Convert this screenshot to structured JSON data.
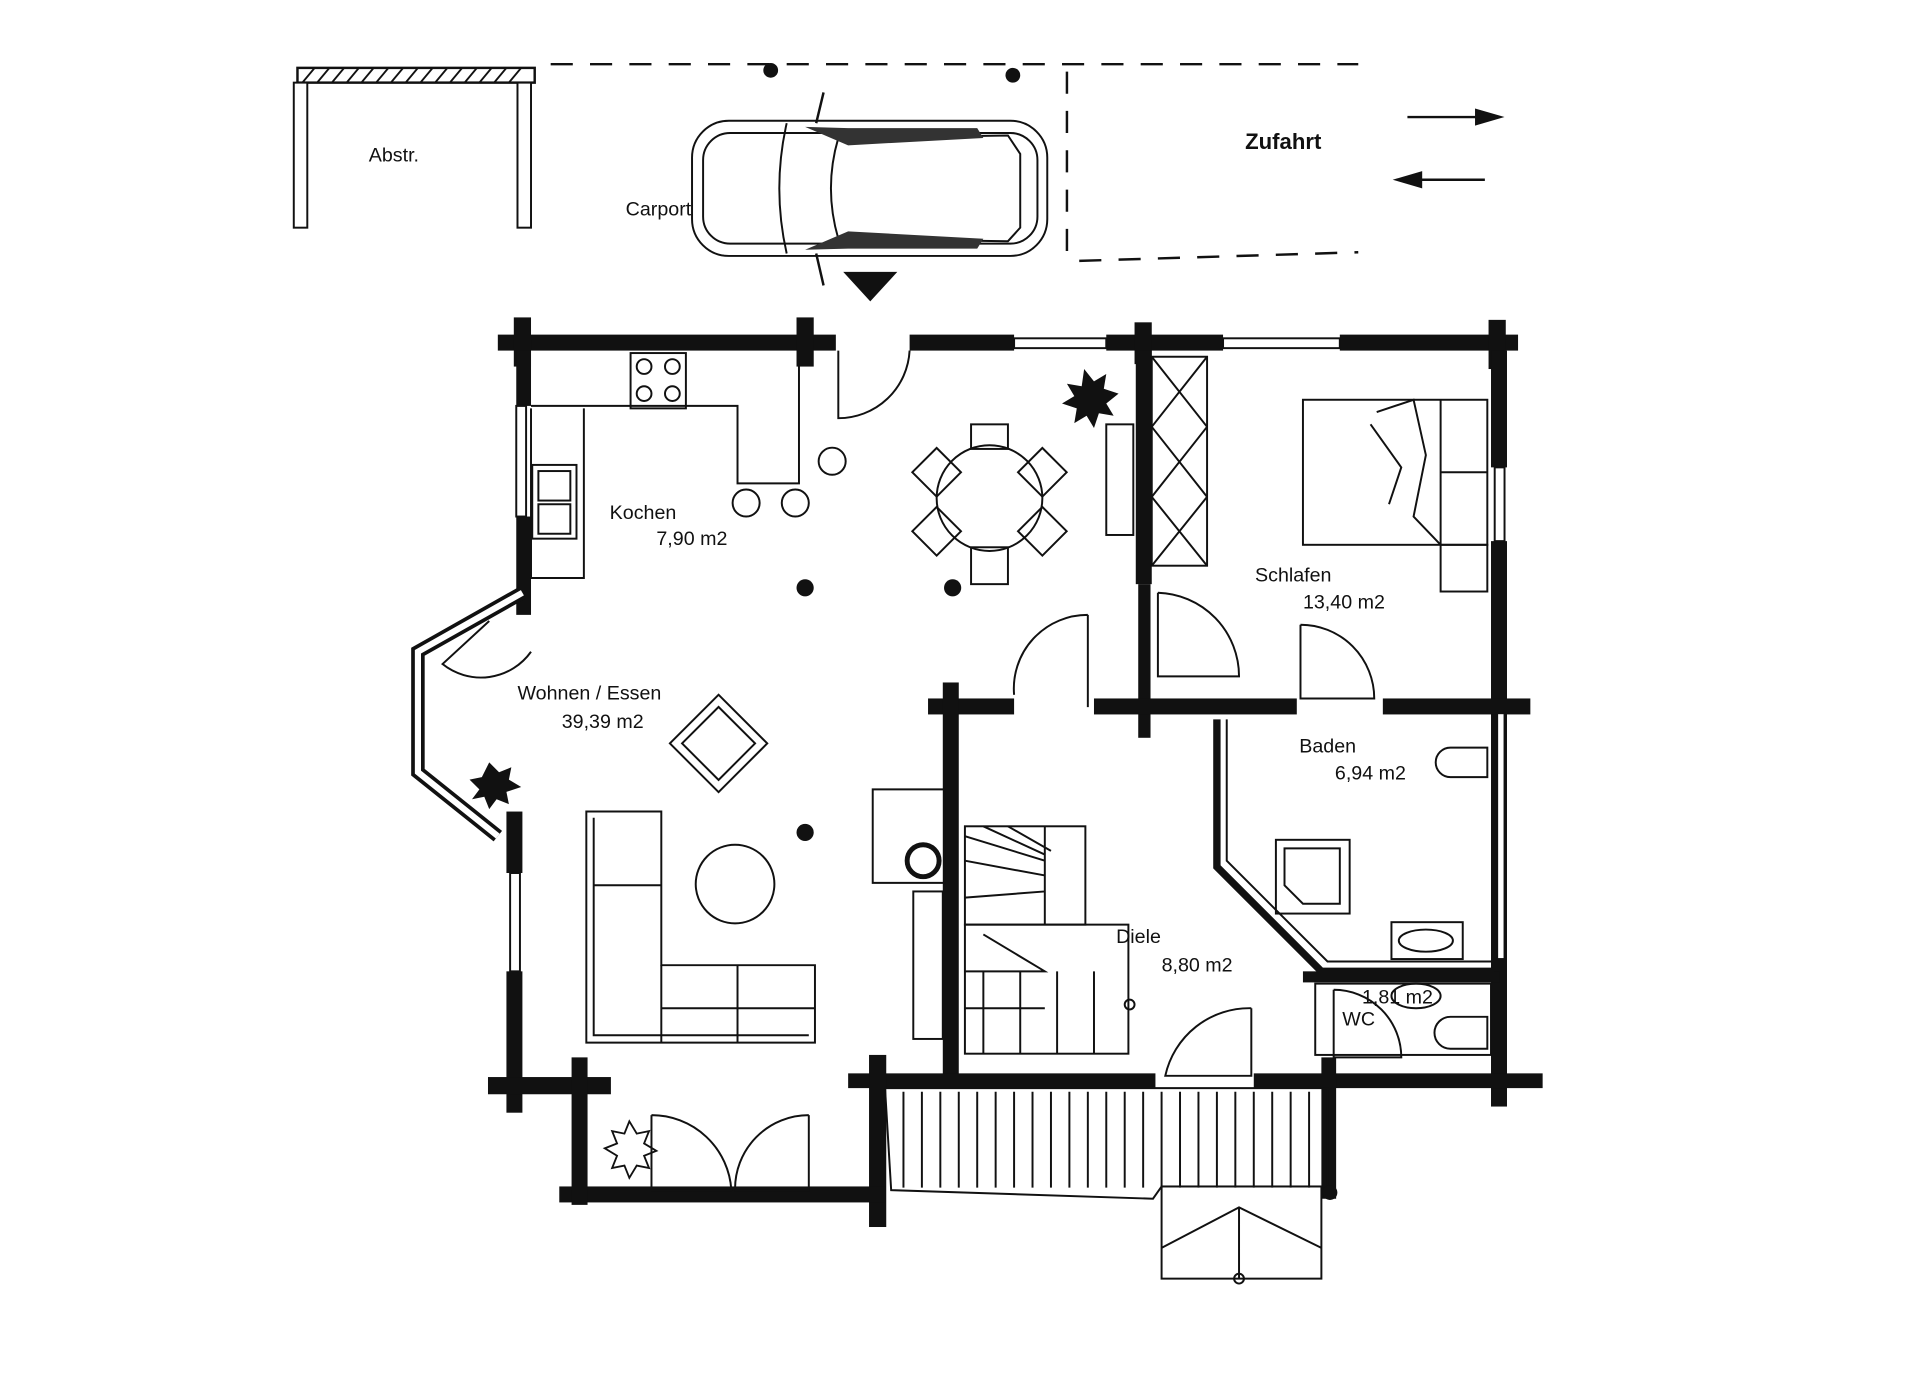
{
  "outside": {
    "storage_label": "Abstr.",
    "carport_label": "Carport",
    "driveway_label": "Zufahrt"
  },
  "rooms": {
    "kitchen": {
      "name": "Kochen",
      "area": "7,90 m2"
    },
    "living": {
      "name": "Wohnen / Essen",
      "area": "39,39 m2"
    },
    "bedroom": {
      "name": "Schlafen",
      "area": "13,40 m2"
    },
    "bath": {
      "name": "Baden",
      "area": "6,94 m2"
    },
    "hall": {
      "name": "Diele",
      "area": "8,80 m2"
    },
    "wc": {
      "name": "WC",
      "area": "1,81 m2"
    }
  },
  "colors": {
    "ink": "#111111",
    "paper": "#ffffff"
  }
}
